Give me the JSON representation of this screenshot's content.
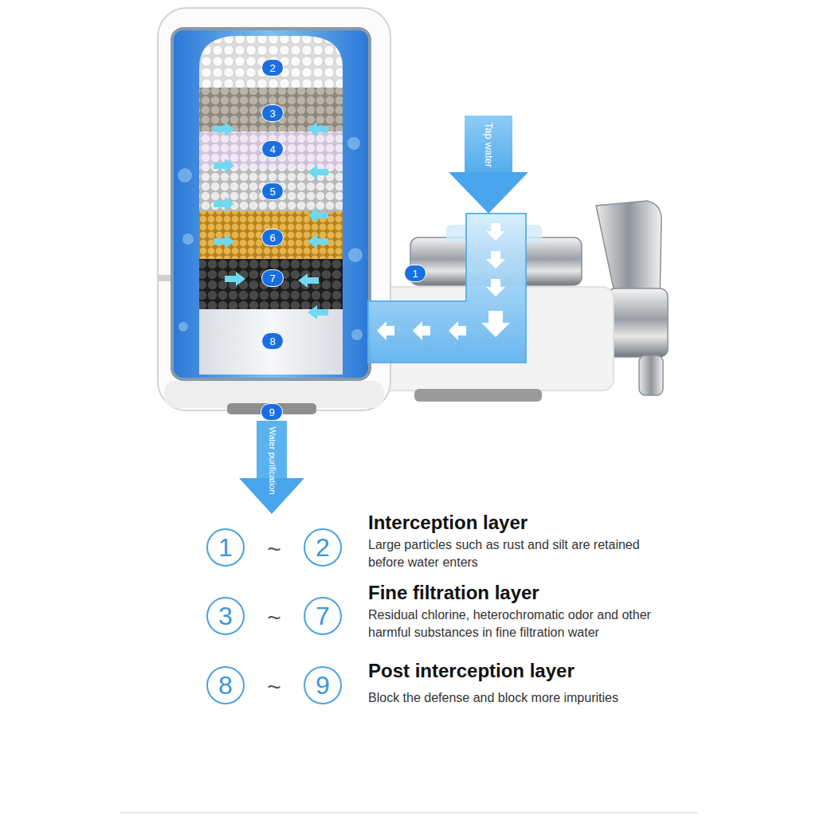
{
  "diagram": {
    "nodes": [
      {
        "text": [
          "1"
        ]
      },
      {
        "text": [
          "2"
        ]
      },
      {
        "text": [
          "3"
        ]
      },
      {
        "text": [
          "7"
        ]
      },
      {
        "text": [
          "8"
        ]
      },
      {
        "text": [
          "9"
        ]
      }
    ],
    "labels": [
      "2",
      "3",
      "4",
      "5",
      "6",
      "7",
      "1",
      "8",
      "9",
      "Tap water",
      "Water purification",
      "~",
      "Interception layer",
      "Large particles such as rust and silt are retained before water enters",
      "~",
      "Fine filtration layer",
      "Residual chlorine, heterochromatic odor and other harmful substances in fine filtration water",
      "~",
      "Post interception layer",
      "Block the defense and block more impurities"
    ]
  }
}
